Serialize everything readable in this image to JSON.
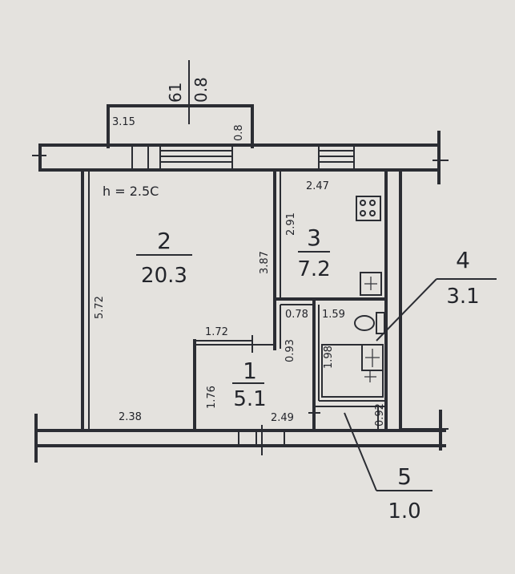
{
  "ceiling_height": "h = 2.5C",
  "rooms": [
    {
      "id": "1",
      "area": "5.1"
    },
    {
      "id": "2",
      "area": "20.3"
    },
    {
      "id": "3",
      "area": "7.2"
    },
    {
      "id": "4",
      "area": "3.1"
    },
    {
      "id": "5",
      "area": "1.0"
    }
  ],
  "balcony": {
    "id": "61",
    "area": "0.8"
  },
  "dimensions": {
    "balcony_width": "3.15",
    "balcony_depth": "0.8",
    "room2_height": "5.72",
    "room2_wall_right": "3.87",
    "room2_bottom": "2.38",
    "kitchen_width": "2.47",
    "kitchen_height": "2.91",
    "hall_width": "1.72",
    "hall_height": "1.76",
    "hall_bottom": "2.49",
    "bath_width": "1.59",
    "bath_height": "1.98",
    "wc_width": "0.78",
    "wc_height": "0.93",
    "wc_bottom": "0.92"
  }
}
